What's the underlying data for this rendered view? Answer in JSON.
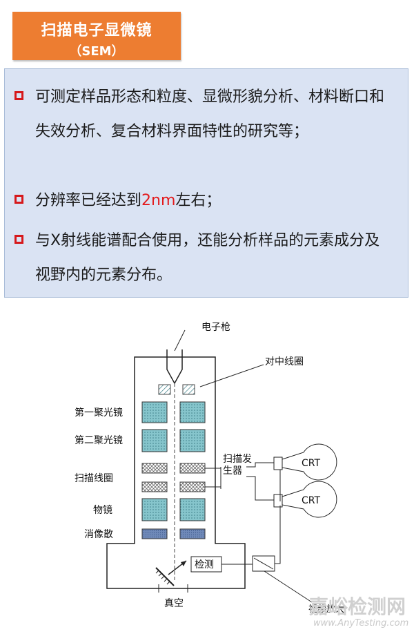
{
  "title": {
    "main": "扫描电子显微镜",
    "sub": "（SEM）"
  },
  "bullets": [
    {
      "text": "可测定样品形态和粒度、显微形貌分析、材料断口和失效分析、复合材料界面特性的研究等；"
    },
    {
      "pre": "分辨率已经达到",
      "highlight": "2nm",
      "post": "左右；"
    },
    {
      "text": "与X射线能谱配合使用，还能分析样品的元素成分及视野内的元素分布。"
    }
  ],
  "diagram": {
    "electron_gun": "电子枪",
    "centering_coil": "对中线圈",
    "condenser1": "第一聚光镜",
    "condenser2": "第二聚光镜",
    "scan_coil": "扫描线圈",
    "objective": "物镜",
    "stigmator": "消像散",
    "scan_generator_l1": "扫描发",
    "scan_generator_l2": "生器",
    "crt1": "CRT",
    "crt2": "CRT",
    "detector": "检测",
    "video_amp": "视频放大",
    "vacuum": "真空"
  },
  "watermark": {
    "cn": "嘉峪检测网",
    "en": "www.AnyTesting.com"
  },
  "colors": {
    "title_bg": "#ED7D31",
    "info_bg": "#DAE3F3",
    "bullet": "#D6191C",
    "highlight": "#E31A1C"
  }
}
